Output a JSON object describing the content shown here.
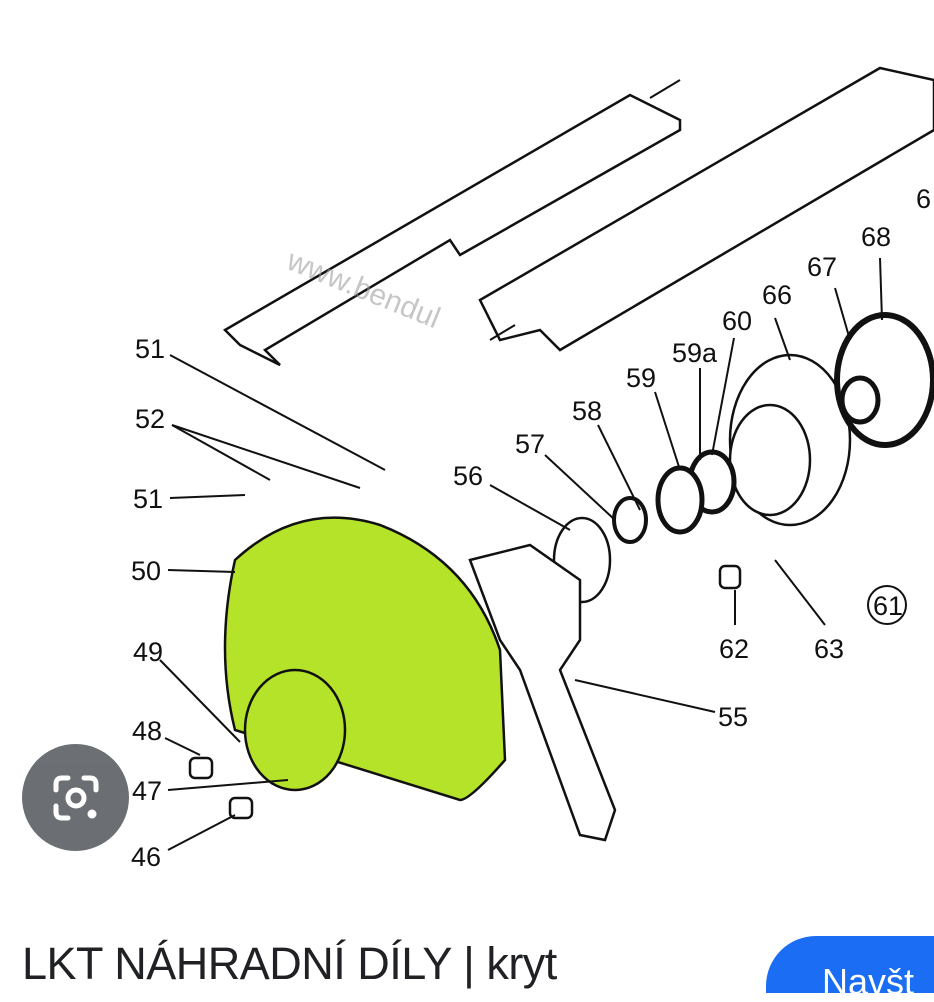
{
  "image": {
    "part_labels": [
      "51",
      "52",
      "51",
      "50",
      "49",
      "48",
      "47",
      "46",
      "56",
      "57",
      "58",
      "59",
      "59a",
      "60",
      "66",
      "67",
      "68",
      "6",
      "55",
      "62",
      "63",
      "61"
    ],
    "watermark": "www.bendul",
    "highlight_color": "#b5e32a"
  },
  "result": {
    "title": "LKT NÁHRADNÍ DÍLY | kryt",
    "visit_button": "Navšt"
  },
  "lens": {
    "icon": "lens-camera-icon"
  },
  "colors": {
    "button": "#1b6ef3",
    "lens_bg": "#5f6368"
  }
}
